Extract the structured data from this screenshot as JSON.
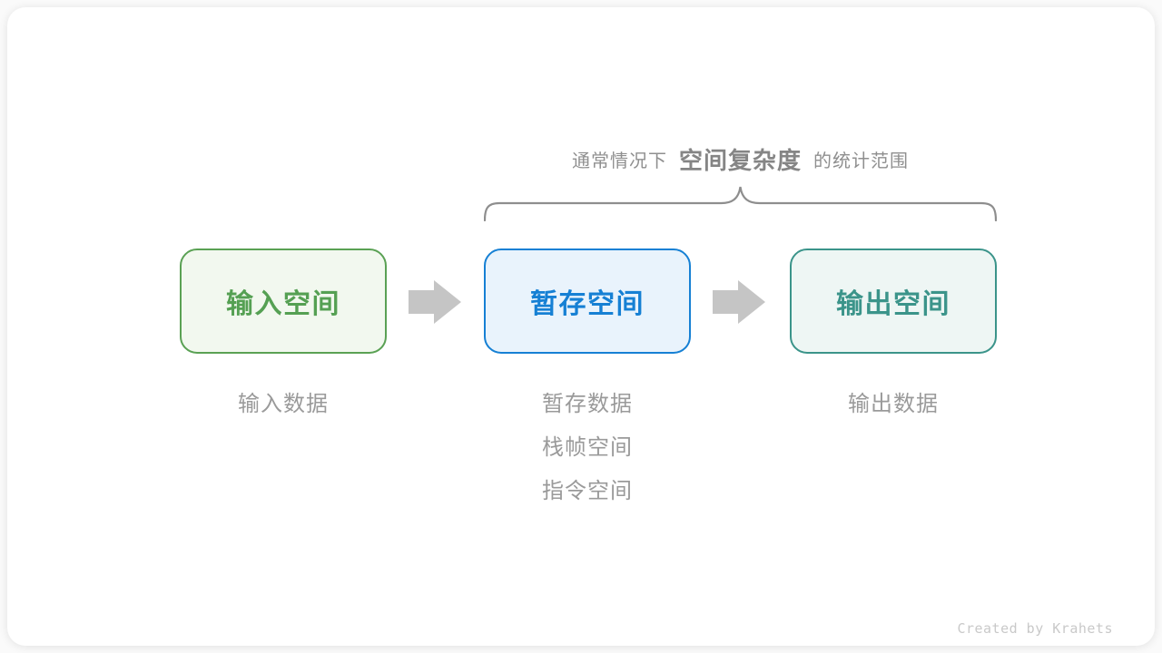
{
  "annotation": {
    "prefix": "通常情况下",
    "highlight": "空间复杂度",
    "suffix": "的统计范围",
    "text_color": "#8f8f8f",
    "highlight_color": "#858585"
  },
  "brace": {
    "color": "#8e8e8e"
  },
  "arrows": {
    "color": "#c5c5c5"
  },
  "boxes": [
    {
      "label": "输入空间",
      "border_color": "#5aa154",
      "fill_color": "#f2f8ef",
      "text_color": "#55a053"
    },
    {
      "label": "暂存空间",
      "border_color": "#1680d4",
      "fill_color": "#e9f3fc",
      "text_color": "#1680d4"
    },
    {
      "label": "输出空间",
      "border_color": "#3b948a",
      "fill_color": "#eef6f4",
      "text_color": "#3b948a"
    }
  ],
  "notes": [
    {
      "lines": [
        "输入数据"
      ]
    },
    {
      "lines": [
        "暂存数据",
        "栈帧空间",
        "指令空间"
      ]
    },
    {
      "lines": [
        "输出数据"
      ]
    }
  ],
  "footer": {
    "credit": "Created by Krahets"
  }
}
